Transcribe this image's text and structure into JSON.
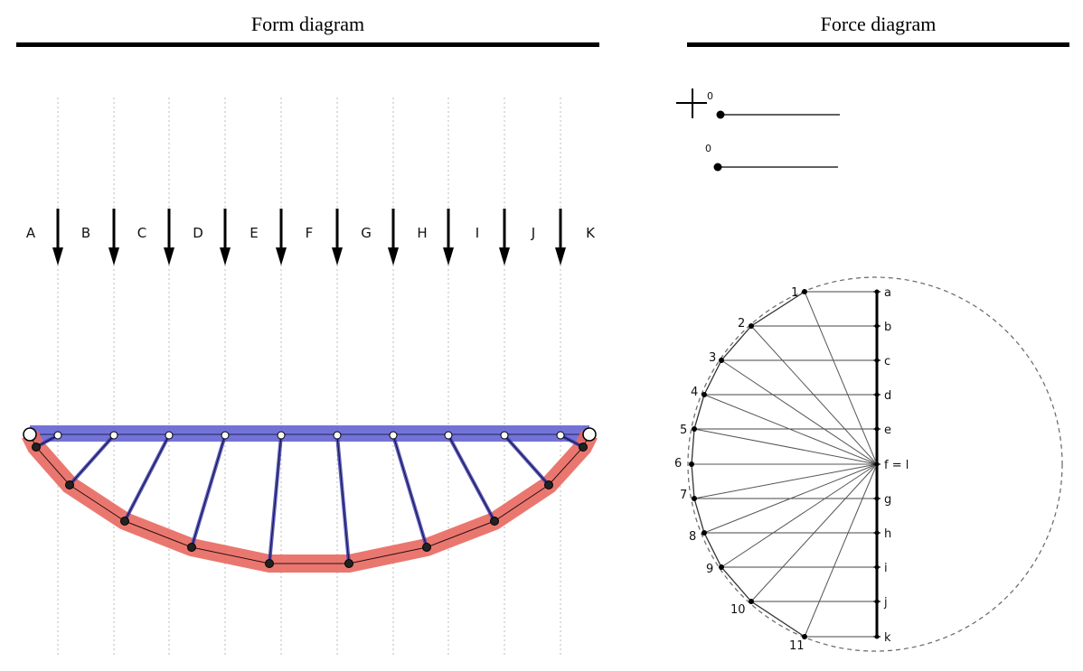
{
  "form_diagram": {
    "title": "Form diagram",
    "load_labels": [
      "A",
      "B",
      "C",
      "D",
      "E",
      "F",
      "G",
      "H",
      "I",
      "J",
      "K"
    ]
  },
  "force_diagram": {
    "title": "Force diagram",
    "sliders": [
      {
        "value_label": "0"
      },
      {
        "value_label": "0"
      }
    ],
    "load_line_labels": [
      "a",
      "b",
      "c",
      "d",
      "e",
      "f = l",
      "g",
      "h",
      "i",
      "j",
      "k"
    ],
    "node_labels": [
      "1",
      "2",
      "3",
      "4",
      "5",
      "6",
      "7",
      "8",
      "9",
      "10",
      "11"
    ]
  },
  "colors": {
    "top_chord": "#5a5ad0",
    "bottom_arch": "#e8685f",
    "hangers": "#3e3eb0",
    "ink": "#000000",
    "grid": "#bbbbbb"
  }
}
